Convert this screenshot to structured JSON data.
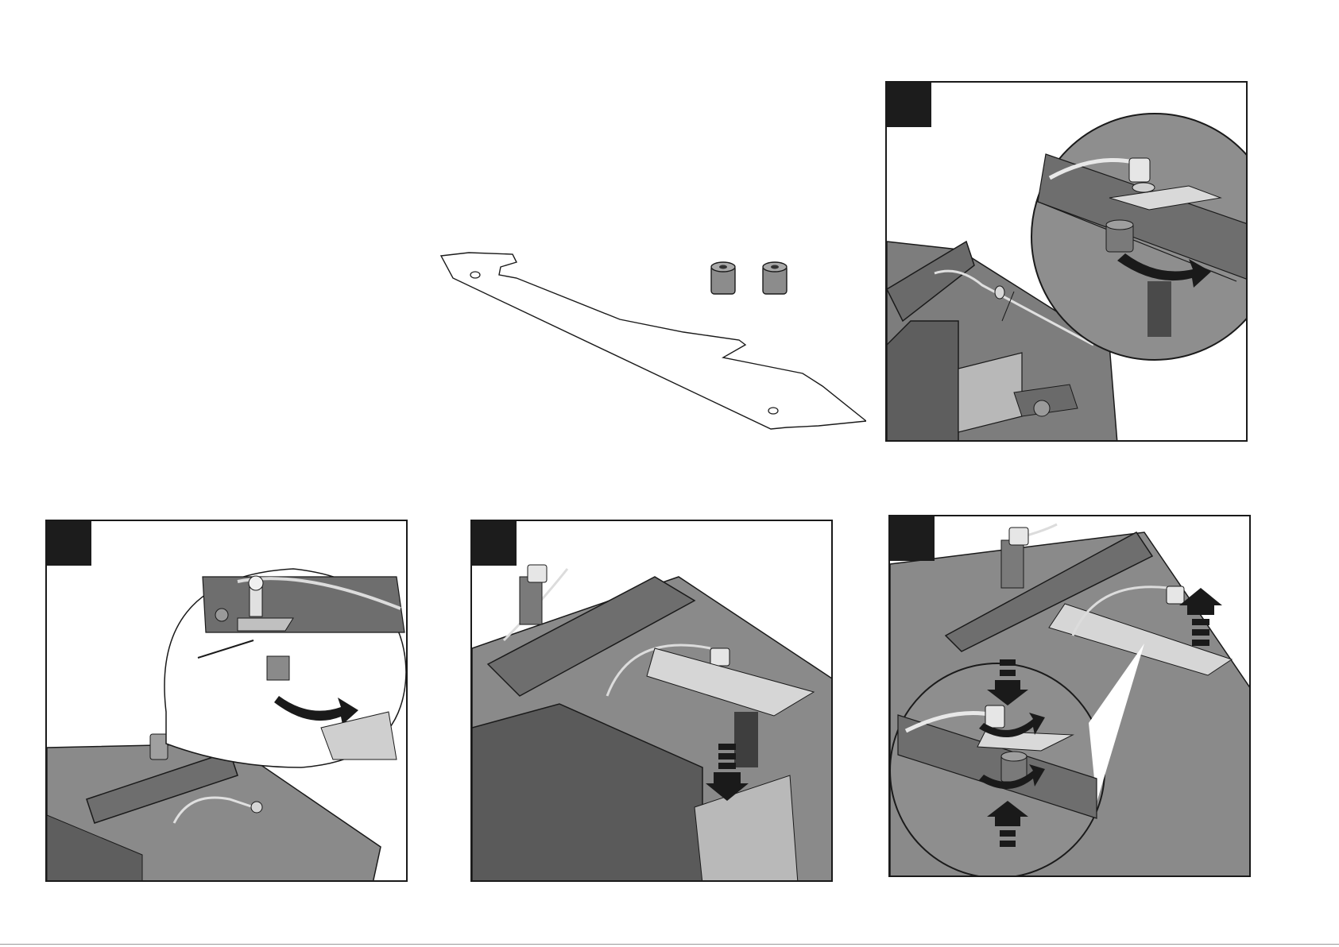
{
  "page": {
    "background": "#ffffff",
    "accent": "#1c1c1c",
    "metal_color": "#8a8a8a",
    "metal_dark": "#5a5a5a",
    "metal_light": "#c8c8c8"
  },
  "parts": {
    "items": [
      {
        "icon": "heat-shield-plate-icon"
      },
      {
        "icon": "rubber-spacer-icon"
      },
      {
        "icon": "rubber-spacer-icon"
      }
    ]
  },
  "steps": [
    {
      "number": "",
      "icon": "remove-spacer-illustration"
    },
    {
      "number": "",
      "icon": "remove-shield-illustration"
    },
    {
      "number": "",
      "icon": "insert-shield-illustration"
    },
    {
      "number": "",
      "icon": "reinstall-spacer-illustration"
    }
  ]
}
